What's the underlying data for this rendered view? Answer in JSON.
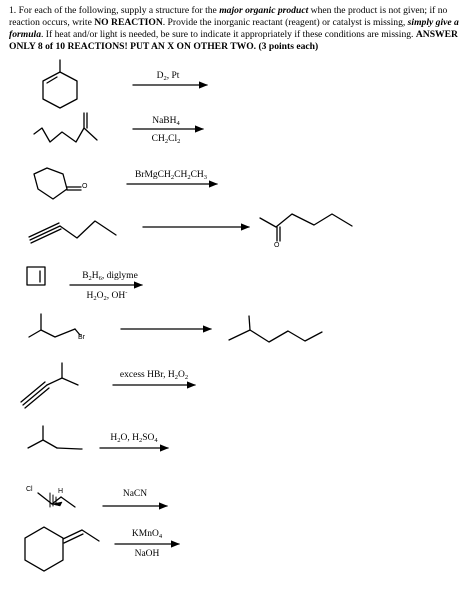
{
  "instructions": {
    "p1": "1. For each of the following, supply a structure for the ",
    "p2": "major organic product",
    "p3": " when the product is not given; if no reaction occurs, write ",
    "p4": "NO REACTION",
    "p5": ". Provide the inorganic reactant (reagent) or catalyst is missing, ",
    "p6": "simply give a formula",
    "p7": ". If heat and/or light is needed, be sure to indicate it appropriately if these conditions are missing.  ",
    "p8": "ANSWER ONLY 8 of 10 REACTIONS! PUT AN X ON OTHER TWO.",
    "p9": " (3 points each)"
  },
  "reactions": {
    "r1": {
      "reagent_a": "D",
      "reagent_a_sub": "2",
      "reagent_b": ", Pt"
    },
    "r2": {
      "reagent_a": "NaBH",
      "reagent_a_sub": "4",
      "solvent_a": "CH",
      "solvent_a_sub": "2",
      "solvent_b": "Cl",
      "solvent_b_sub": "2"
    },
    "r3": {
      "reagent_a": "BrMgCH",
      "sub1": "2",
      "reagent_b": "CH",
      "sub2": "2",
      "reagent_c": "CH",
      "sub3": "3",
      "atom_o": "O"
    },
    "r4": {
      "atom_o": "O"
    },
    "r5": {
      "reagent_a": "B",
      "sub1": "2",
      "reagent_b": "H",
      "sub2": "6",
      "reagent_c": ", diglyme",
      "line2_a": "H",
      "line2_sub1": "2",
      "line2_b": "O",
      "line2_sub2": "2",
      "line2_c": ", OH",
      "line2_sup": "-"
    },
    "r6": {
      "atom_br": "Br"
    },
    "r7": {
      "reagent_a": "excess HBr, H",
      "sub1": "2",
      "reagent_b": "O",
      "sub2": "2"
    },
    "r8": {
      "reagent_a": "H",
      "sub1": "2",
      "reagent_b": "O, H",
      "sub2": "2",
      "reagent_c": "SO",
      "sub3": "4"
    },
    "r9": {
      "reagent": "NaCN",
      "atom_cl": "Cl",
      "atom_h": "H"
    },
    "r10": {
      "reagent_a": "KMnO",
      "sub1": "4",
      "reagent_b": "NaOH"
    }
  }
}
